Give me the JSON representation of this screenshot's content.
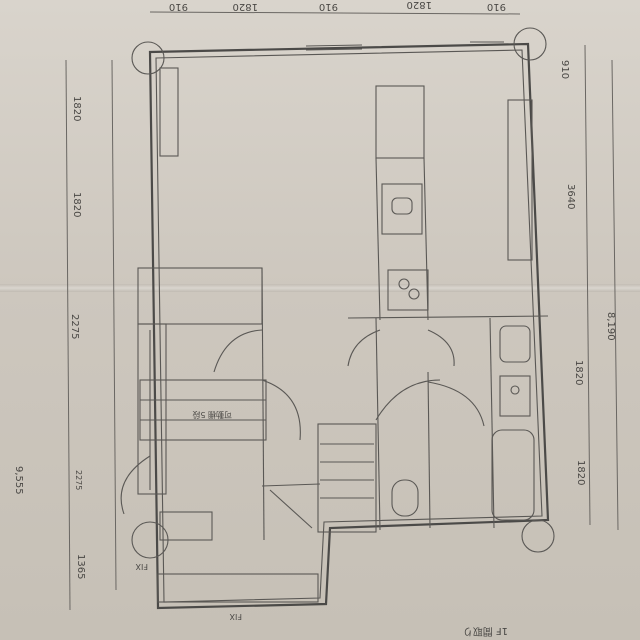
{
  "dimensions": {
    "top": [
      "910",
      "1820",
      "910",
      "1820",
      "910"
    ],
    "left": [
      "1820",
      "1820",
      "2275",
      "2275",
      "1365"
    ],
    "left_total": "9,555",
    "right": [
      "910",
      "3640",
      "1820",
      "1820"
    ],
    "right_total": "8,190"
  },
  "labels": {
    "fix_left": "FIX",
    "fix_bottom": "FIX",
    "caption": "1F 間取り",
    "stair_label": "可動棚 5段"
  },
  "colors": {
    "paper": "#d6d1c9",
    "ink": "#4b4a48"
  }
}
